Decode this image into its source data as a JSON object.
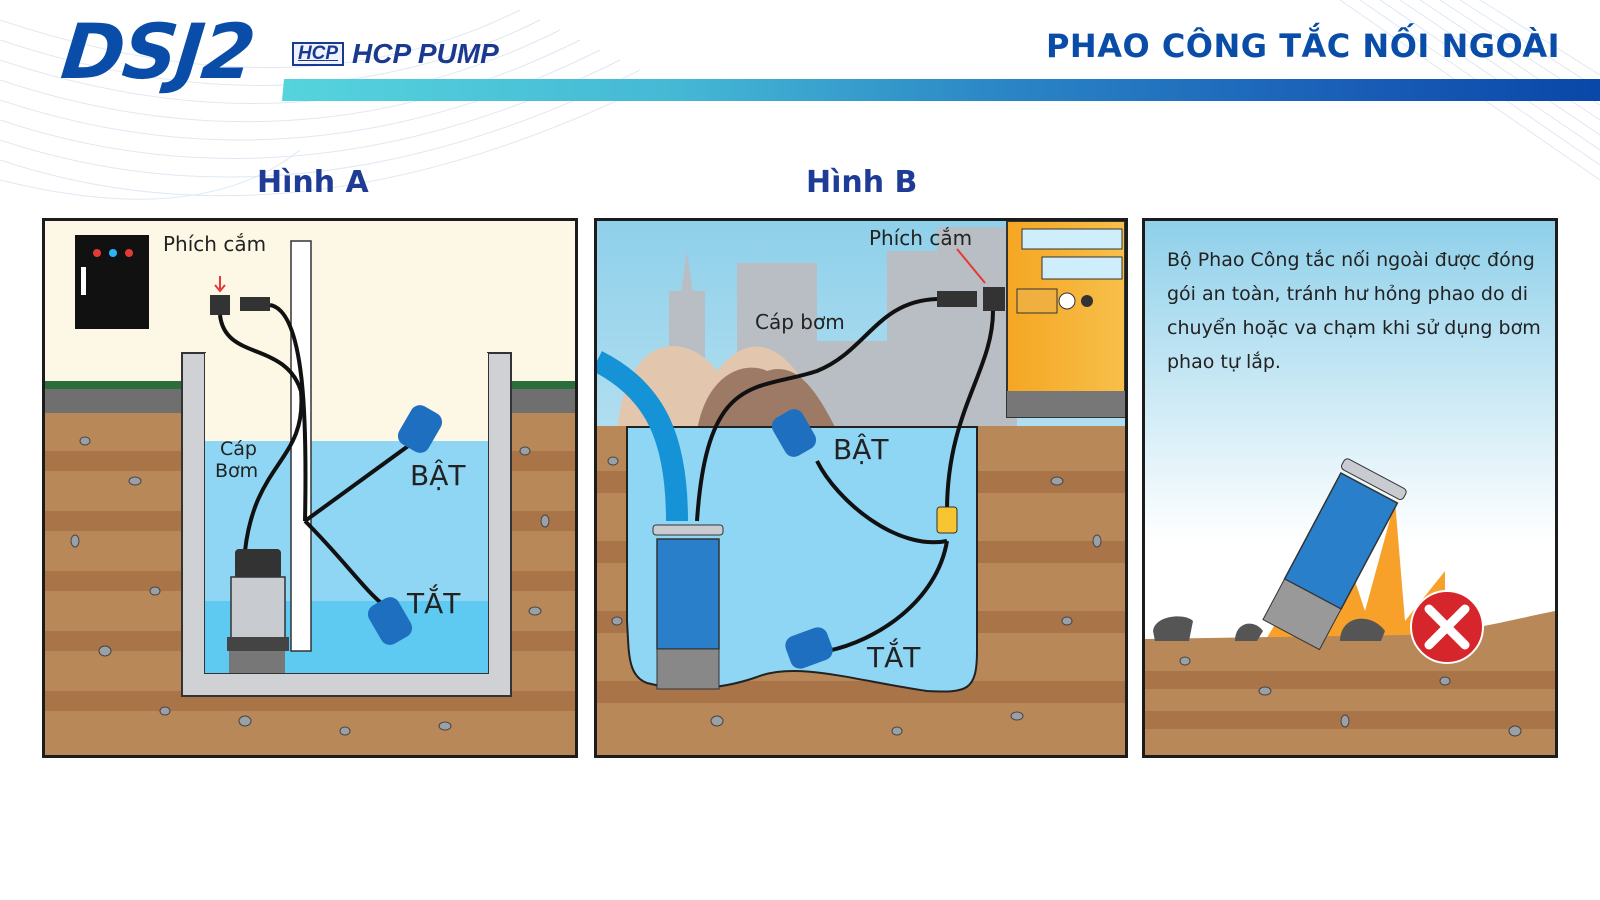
{
  "header": {
    "logo_text": "DSJ2",
    "brand_badge": "HCP",
    "brand_name": "HCP PUMP",
    "title": "PHAO CÔNG TẮC NỐI NGOÀI"
  },
  "colors": {
    "brand_blue": "#0a4da8",
    "label_navy": "#1e3c96",
    "banner_start": "#55d4dd",
    "banner_end": "#0a47a8",
    "water": "#8fd6f5",
    "soil": "#b88858",
    "float_blue": "#1e6fc0",
    "warning_red": "#d6262c",
    "generator_orange": "#f5a623"
  },
  "figures": [
    {
      "label": "Hình A",
      "annotations": {
        "plug": "Phích cắm",
        "cable_line1": "Cáp",
        "cable_line2": "Bơm",
        "on": "BẬT",
        "off": "TẮT"
      }
    },
    {
      "label": "Hình B",
      "annotations": {
        "plug": "Phích cắm",
        "cable": "Cáp bơm",
        "on": "BẬT",
        "off": "TẮT"
      }
    },
    {
      "label": "",
      "description": "Bộ Phao Công tắc nối ngoài được đóng gói an toàn, tránh hư hỏng phao do di chuyển hoặc va chạm khi sử dụng bơm phao tự lắp.",
      "warning_icon": "x-circle-icon"
    }
  ]
}
